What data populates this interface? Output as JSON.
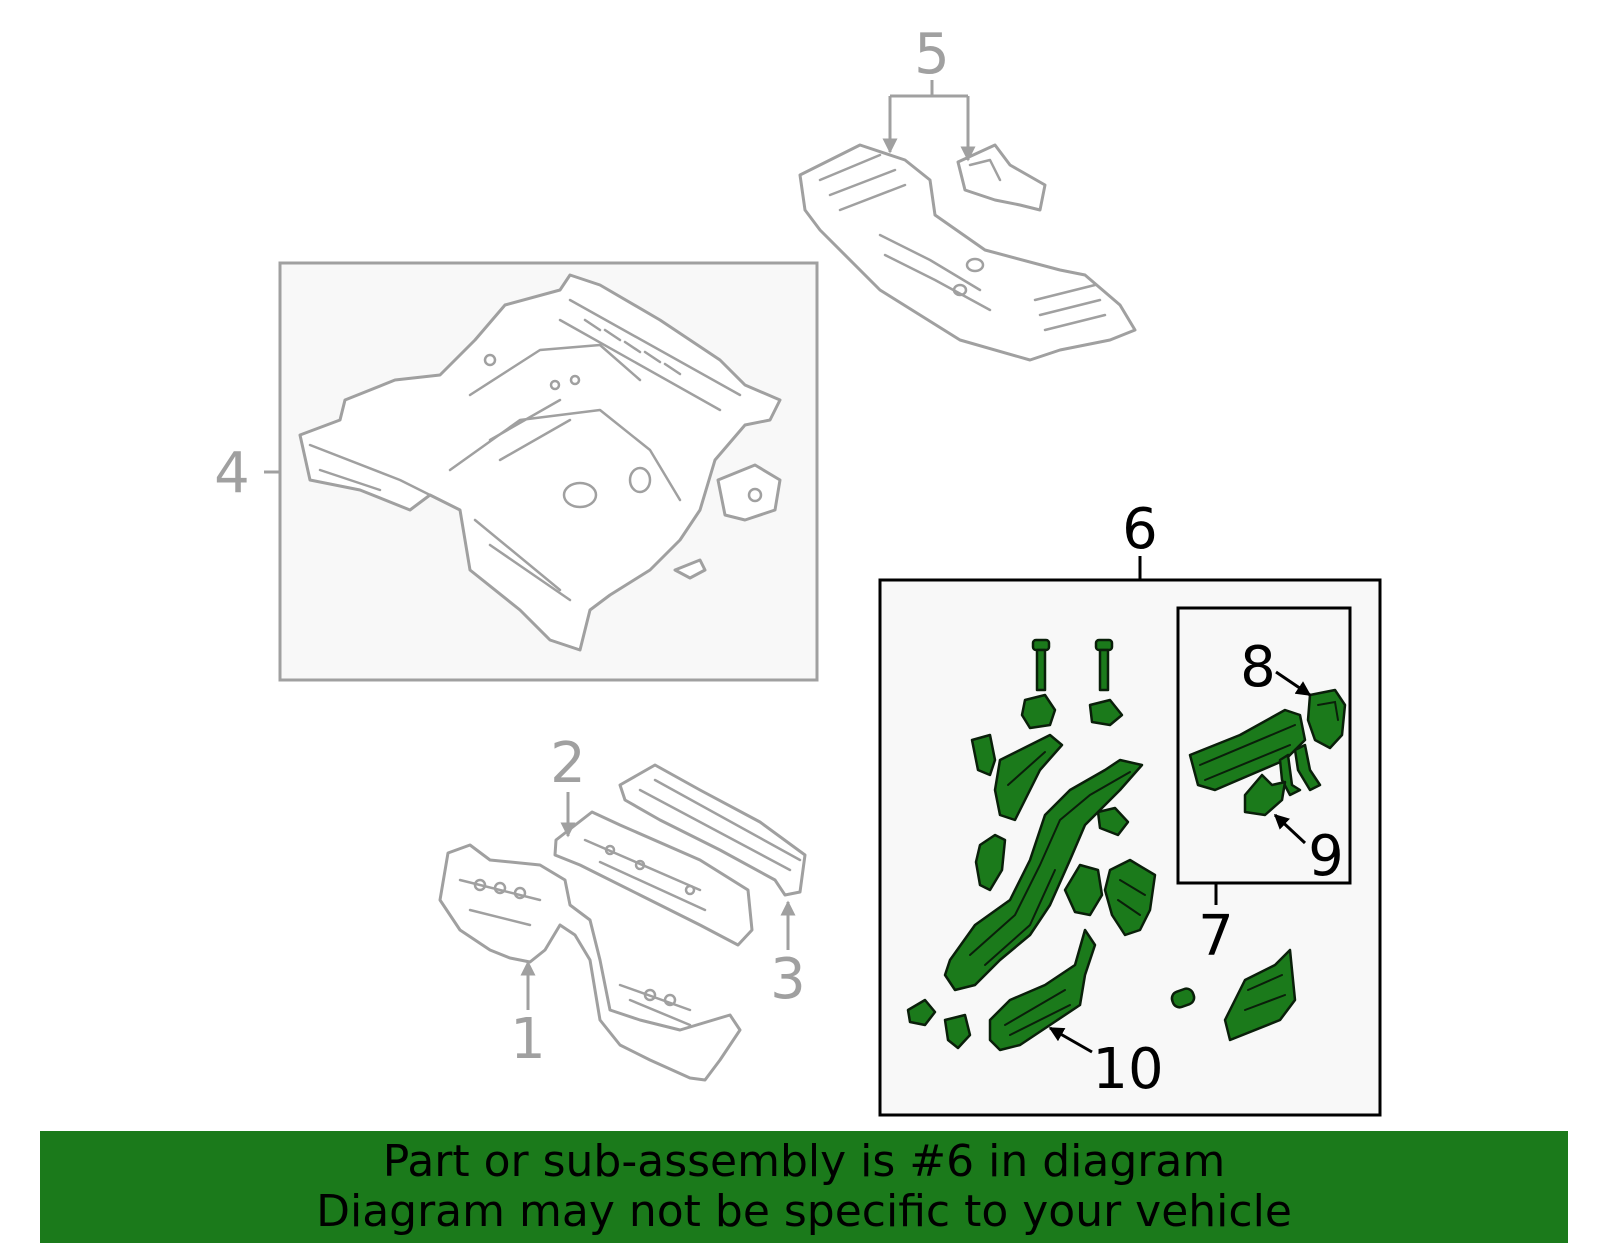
{
  "callouts": {
    "c1": "1",
    "c2": "2",
    "c3": "3",
    "c4": "4",
    "c5": "5",
    "c6": "6",
    "c7": "7",
    "c8": "8",
    "c9": "9",
    "c10": "10"
  },
  "banner": {
    "line1": "Part or sub-assembly is #6 in diagram",
    "line2": "Diagram may not be specific to your vehicle"
  },
  "colors": {
    "highlight_green": "#1b7a1b",
    "gray_line": "#a0a0a0",
    "box_fill": "#f8f8f8"
  }
}
